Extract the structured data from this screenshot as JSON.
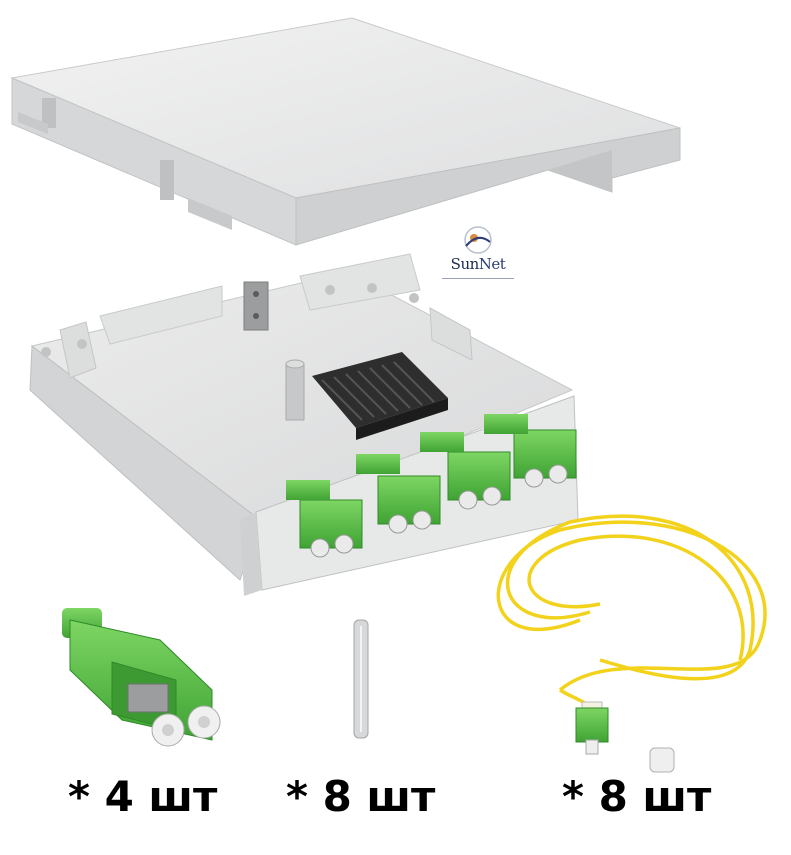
{
  "logo": {
    "brand_left": "Sun",
    "brand_right": "Net"
  },
  "items": [
    {
      "quantity_label": "* 4 шт"
    },
    {
      "quantity_label": "* 8 шт"
    },
    {
      "quantity_label": "* 8 шт"
    }
  ],
  "colors": {
    "adapter_green": "#5cc24a",
    "pigtail_yellow": "#f2d21a",
    "box_white": "#e6e7e7",
    "splice_holder": "#2e2e2e"
  }
}
